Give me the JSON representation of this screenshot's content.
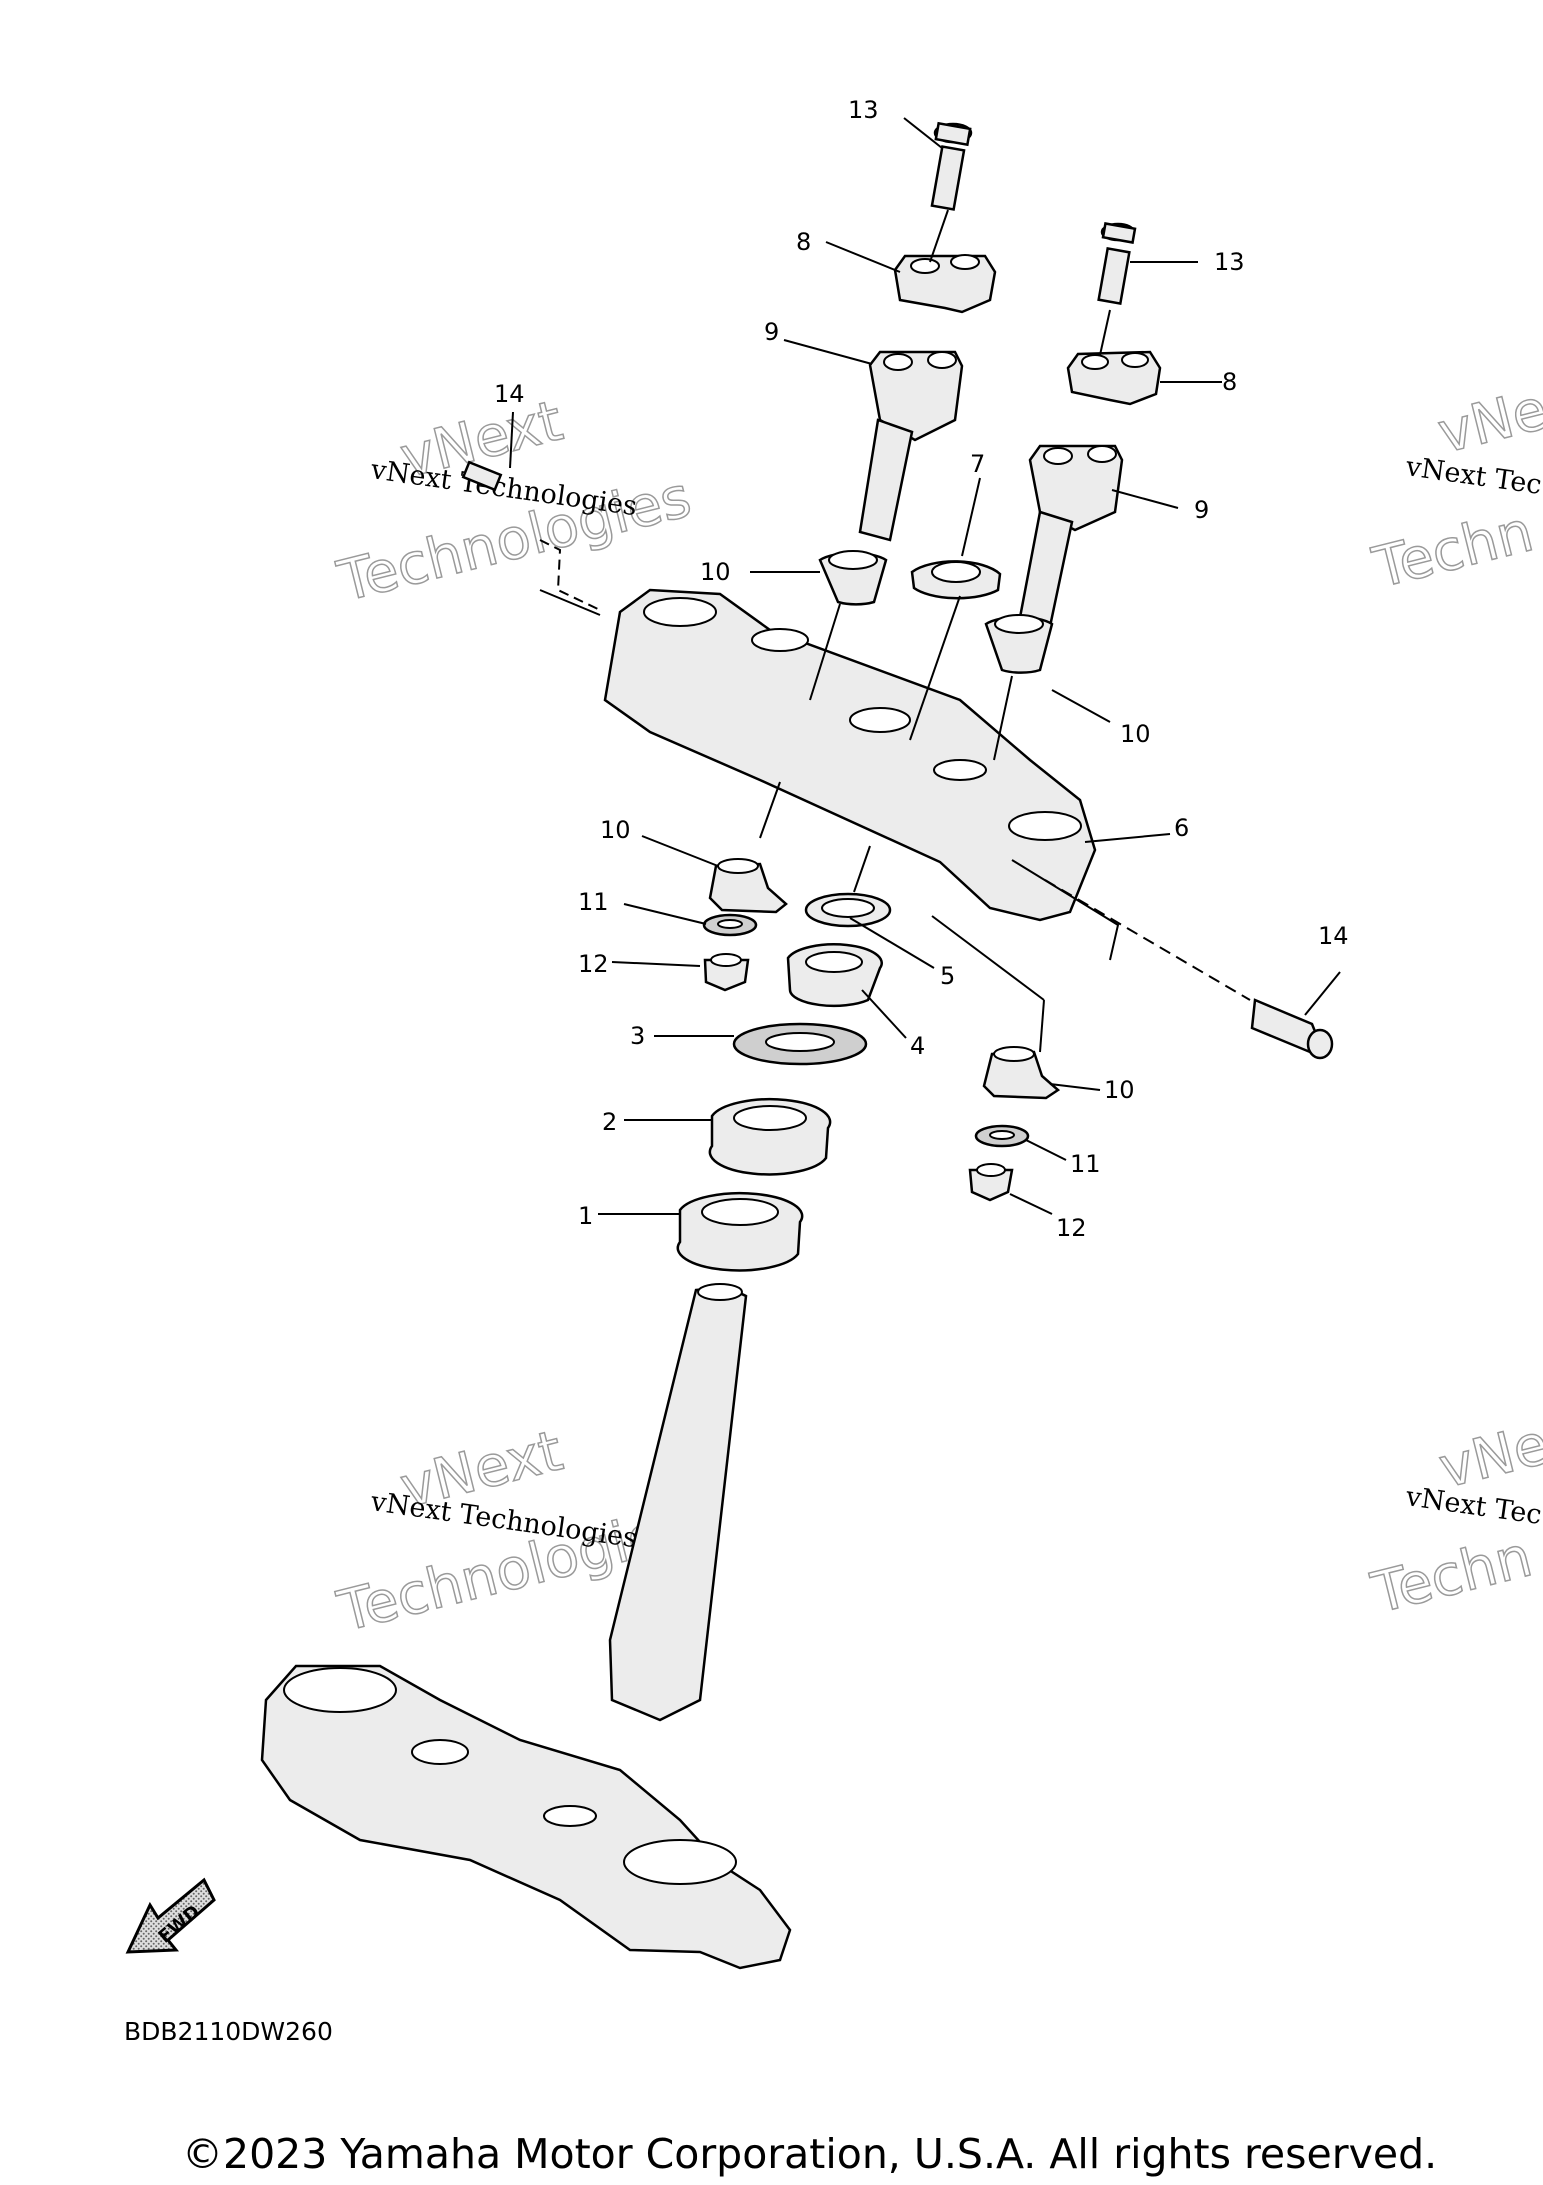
{
  "diagram": {
    "code": "BDB2110DW260",
    "fwd_label": "FWD",
    "copyright": "©2023 Yamaha Motor Corporation, U.S.A. All rights reserved.",
    "watermark": {
      "line1": "vNext Technologies",
      "outline_top": "vNext",
      "outline_bottom": "Technologies",
      "cropped_line1": "vNext Tec",
      "cropped_outline_top": "vNe",
      "cropped_outline_bottom": "Techn"
    },
    "callouts": [
      "1",
      "2",
      "3",
      "4",
      "5",
      "6",
      "7",
      "8",
      "8",
      "9",
      "9",
      "10",
      "10",
      "10",
      "10",
      "11",
      "11",
      "12",
      "12",
      "13",
      "13",
      "14",
      "14"
    ]
  }
}
